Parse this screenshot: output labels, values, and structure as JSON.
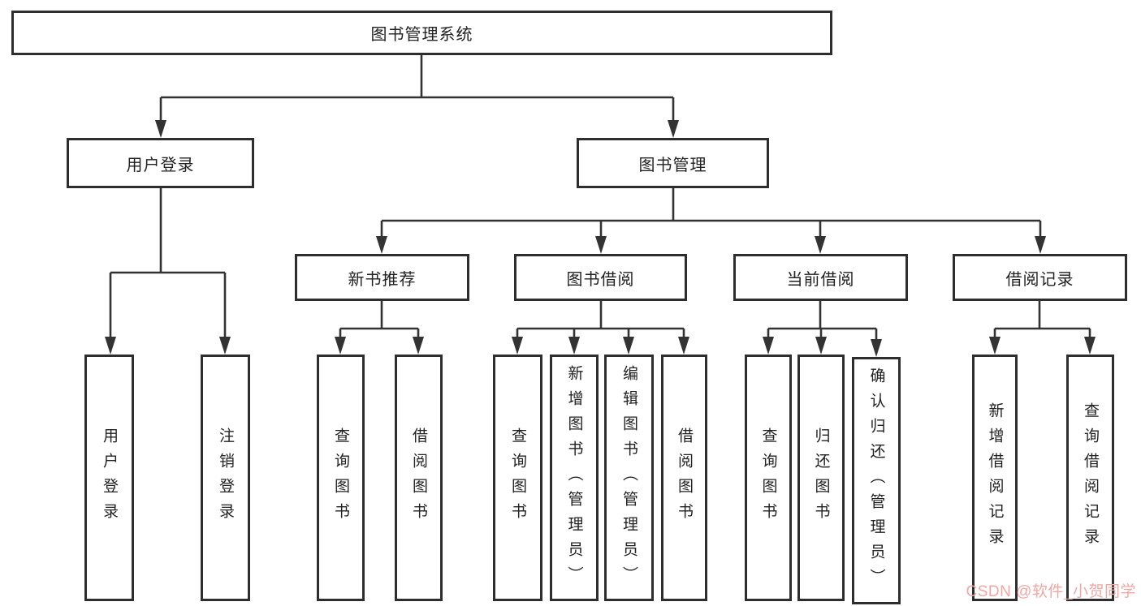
{
  "tree": {
    "root": {
      "label": "图书管理系统"
    },
    "branches": [
      {
        "label": "用户登录",
        "children": [
          {
            "label": "用户登录"
          },
          {
            "label": "注销登录"
          }
        ]
      },
      {
        "label": "图书管理",
        "children": [
          {
            "label": "新书推荐",
            "children": [
              {
                "label": "查询图书"
              },
              {
                "label": "借阅图书"
              }
            ]
          },
          {
            "label": "图书借阅",
            "children": [
              {
                "label": "查询图书"
              },
              {
                "label": "新增图书（管理员）"
              },
              {
                "label": "编辑图书（管理员）"
              },
              {
                "label": "借阅图书"
              }
            ]
          },
          {
            "label": "当前借阅",
            "children": [
              {
                "label": "查询图书"
              },
              {
                "label": "归还图书"
              },
              {
                "label": "确认归还（管理员）"
              }
            ]
          },
          {
            "label": "借阅记录",
            "children": [
              {
                "label": "新增借阅记录"
              },
              {
                "label": "查询借阅记录"
              }
            ]
          }
        ]
      }
    ]
  },
  "watermark": {
    "text": "CSDN @软件_小贺同学"
  },
  "colors": {
    "line": "#333333",
    "box_border": "#2e2e2e",
    "text": "#222222",
    "background": "#ffffff",
    "watermark": "#f0a7a4"
  }
}
